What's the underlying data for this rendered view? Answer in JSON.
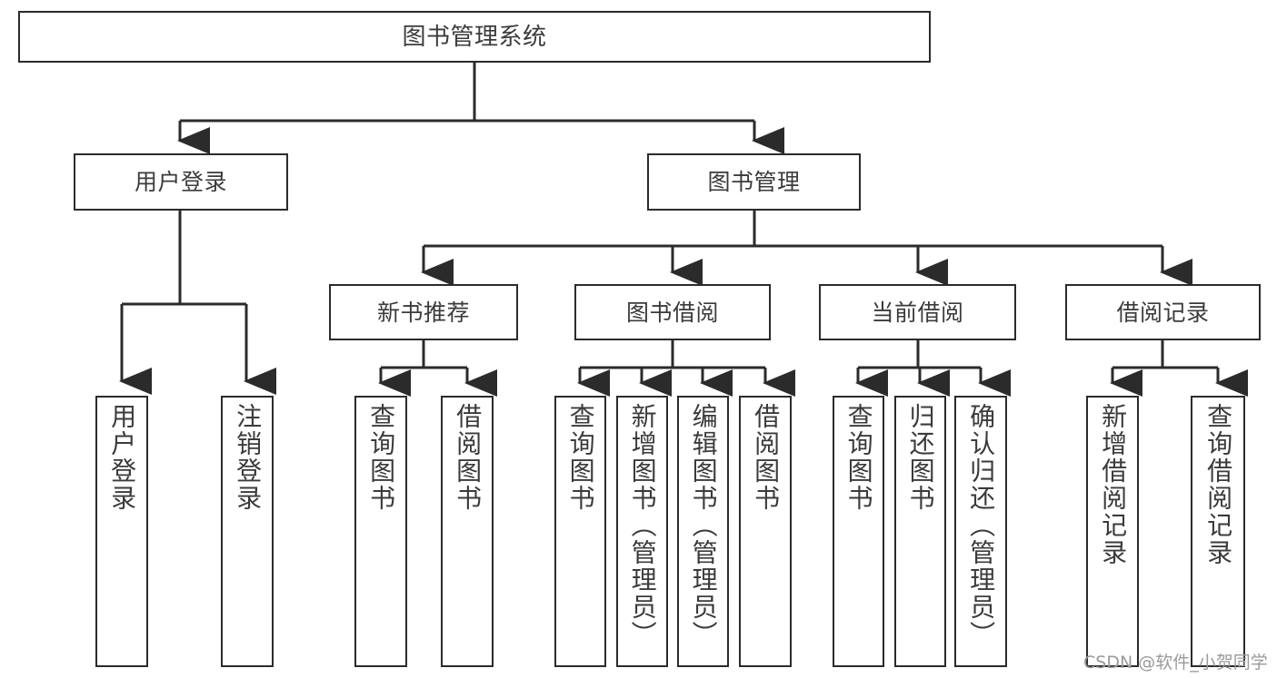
{
  "diagram": {
    "title": "图书管理系统",
    "type": "tree",
    "root": {
      "label": "图书管理系统"
    },
    "level1": [
      {
        "id": "user-login",
        "label": "用户登录"
      },
      {
        "id": "book-manage",
        "label": "图书管理"
      }
    ],
    "level2": [
      {
        "id": "new-book-recommend",
        "label": "新书推荐",
        "parent": "book-manage"
      },
      {
        "id": "book-borrow",
        "label": "图书借阅",
        "parent": "book-manage"
      },
      {
        "id": "current-borrow",
        "label": "当前借阅",
        "parent": "book-manage"
      },
      {
        "id": "borrow-record",
        "label": "借阅记录",
        "parent": "book-manage"
      }
    ],
    "leaves": [
      {
        "id": "leaf-user-login",
        "label": "用户登录",
        "parent": "user-login"
      },
      {
        "id": "leaf-logout-login",
        "label": "注销登录",
        "parent": "user-login"
      },
      {
        "id": "leaf-query-book-1",
        "label": "查询图书",
        "parent": "new-book-recommend"
      },
      {
        "id": "leaf-borrow-book-1",
        "label": "借阅图书",
        "parent": "new-book-recommend"
      },
      {
        "id": "leaf-query-book-2",
        "label": "查询图书",
        "parent": "book-borrow"
      },
      {
        "id": "leaf-add-book",
        "label": "新增图书（管理员）",
        "parent": "book-borrow"
      },
      {
        "id": "leaf-edit-book",
        "label": "编辑图书（管理员）",
        "parent": "book-borrow"
      },
      {
        "id": "leaf-borrow-book-2",
        "label": "借阅图书",
        "parent": "book-borrow"
      },
      {
        "id": "leaf-query-book-3",
        "label": "查询图书",
        "parent": "current-borrow"
      },
      {
        "id": "leaf-return-book",
        "label": "归还图书",
        "parent": "current-borrow"
      },
      {
        "id": "leaf-confirm-return",
        "label": "确认归还（管理员）",
        "parent": "current-borrow"
      },
      {
        "id": "leaf-add-record",
        "label": "新增借阅记录",
        "parent": "borrow-record"
      },
      {
        "id": "leaf-query-record",
        "label": "查询借阅记录",
        "parent": "borrow-record"
      }
    ],
    "colors": {
      "stroke": "#2b2b2b",
      "text": "#3b3b3b",
      "background": "#ffffff",
      "watermark": "#9a9a9a"
    }
  },
  "watermark": {
    "text": "CSDN @软件_小贺同学"
  }
}
